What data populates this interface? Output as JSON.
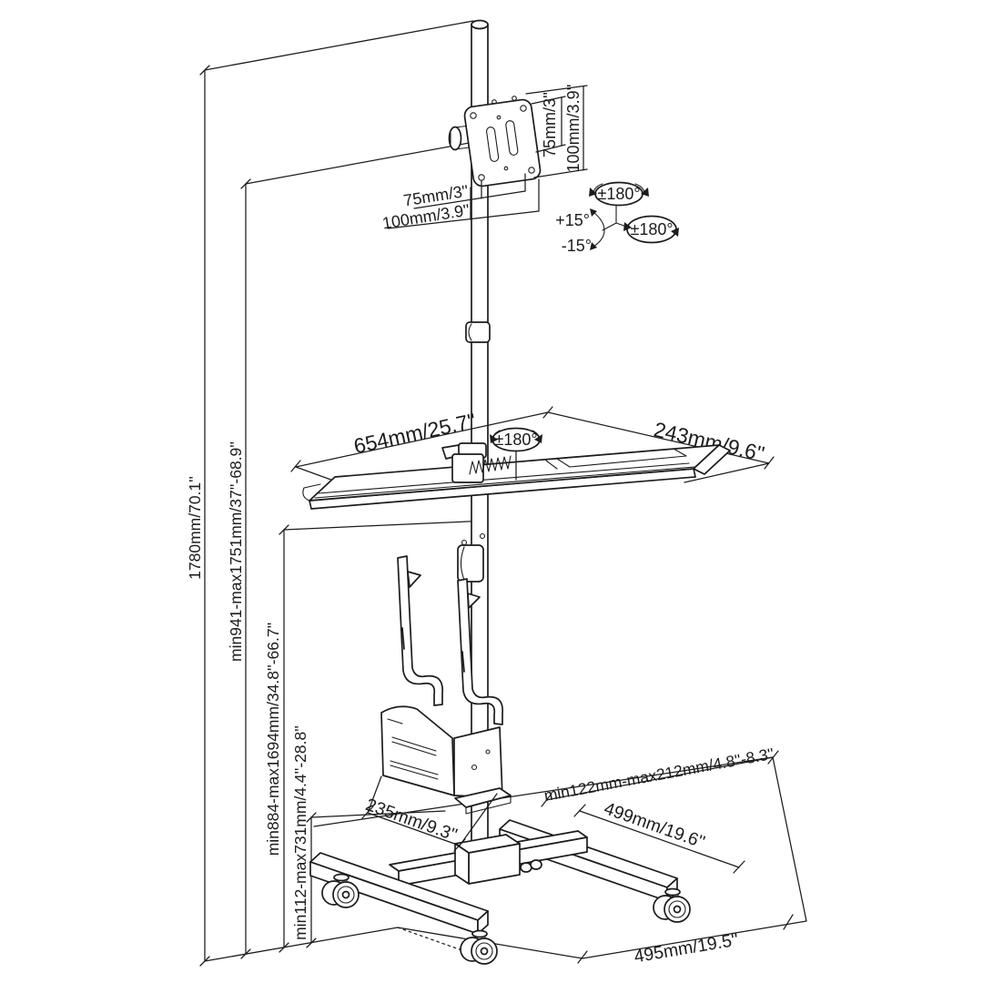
{
  "diagram": {
    "kind": "technical-dimension-drawing",
    "colors": {
      "line": "#1c1c1c",
      "background": "#ffffff"
    },
    "labels": {
      "total_height": "1780mm/70.1''",
      "monitor_height_range": "min941-max1751mm/37''-68.9''",
      "tray_height_range": "min884-max1694mm/34.8''-66.7''",
      "cpu_height_range": "min112-max731mm/4.4''-28.8''",
      "vesa_width_small": "75mm/3''",
      "vesa_width_large": "100mm/3.9''",
      "vesa_height_small": "75mm/3''",
      "vesa_height_large": "100mm/3.9''",
      "rotation_top": "±180°",
      "rotation_side": "±180°",
      "rotation_tray": "±180°",
      "tilt_up": "+15°",
      "tilt_down": "-15°",
      "tray_width": "654mm/25.7''",
      "tray_depth": "243mm/9.6''",
      "cpu_holder_width_range": "min122mm-max212mm/4.8''-8.3''",
      "cpu_holder_depth": "235mm/9.3''",
      "base_leg_length": "499mm/19.6''",
      "base_front_width": "495mm/19.5''"
    }
  }
}
